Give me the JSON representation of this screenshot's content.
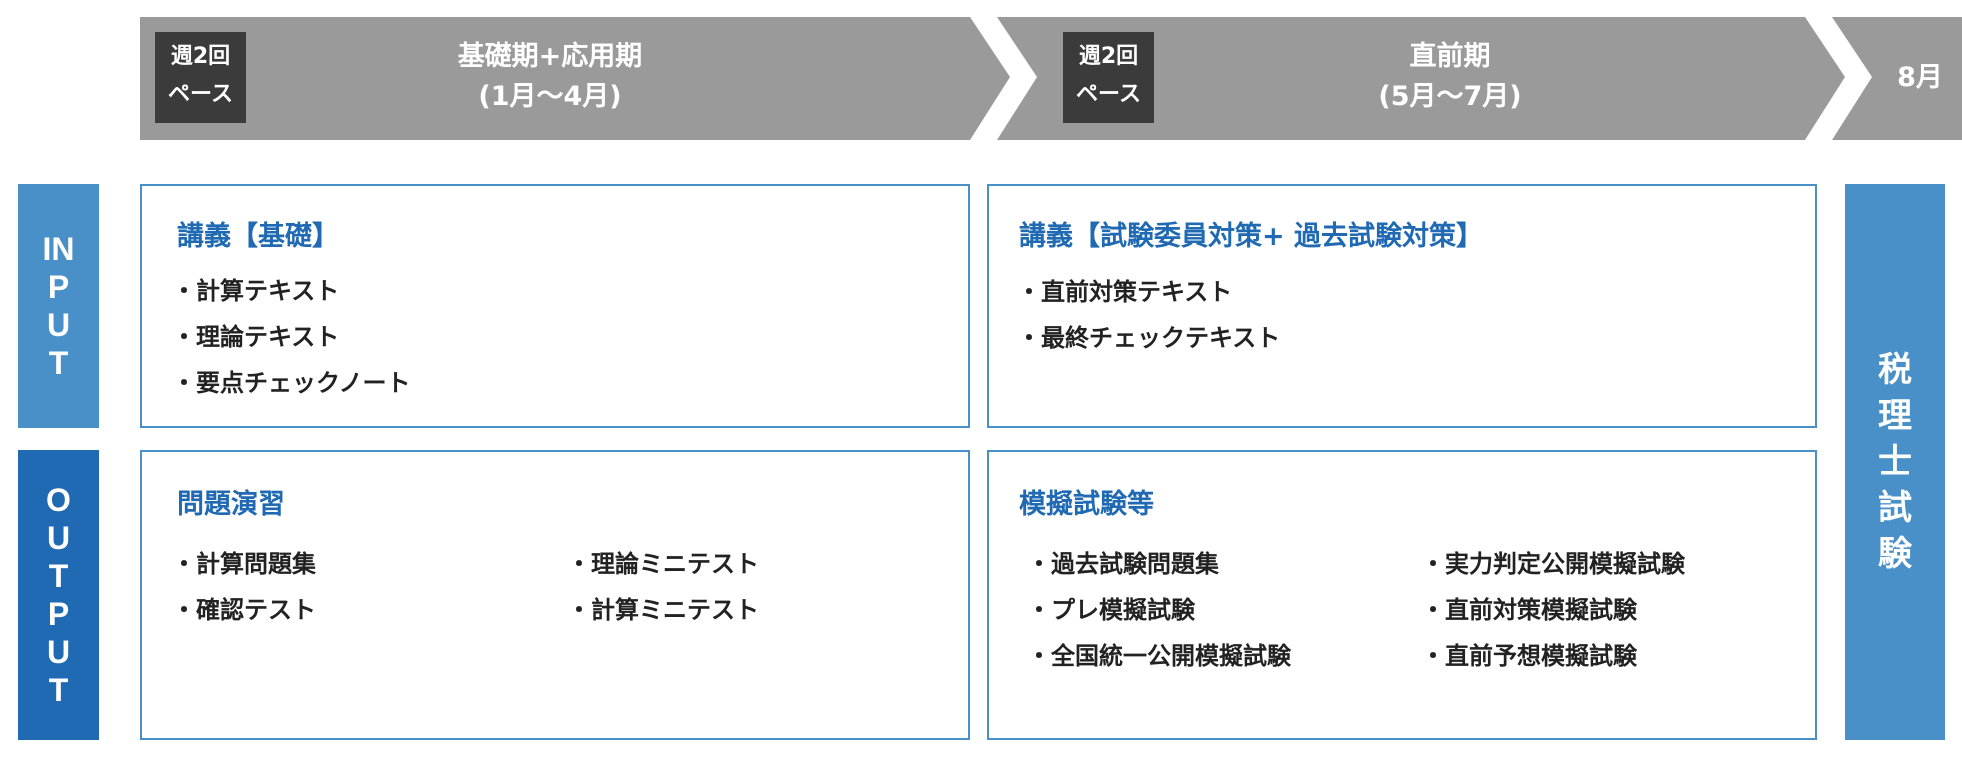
{
  "timeline": {
    "phase1": {
      "pace_line1": "週2回",
      "pace_line2": "ペース",
      "title": "基礎期+応用期",
      "period": "(1月〜4月)"
    },
    "phase2": {
      "pace_line1": "週2回",
      "pace_line2": "ペース",
      "title": "直前期",
      "period": "(5月〜7月)"
    },
    "phase3": {
      "title": "8月"
    }
  },
  "side": {
    "input": "INPUT",
    "output": "OUTPUT",
    "exam": "税理士試験"
  },
  "input_basic": {
    "title": "講義【基礎】",
    "items": [
      "・計算テキスト",
      "・理論テキスト",
      "・要点チェックノート"
    ]
  },
  "input_final": {
    "title": "講義【試験委員対策+ 過去試験対策】",
    "items": [
      "・直前対策テキスト",
      "・最終チェックテキスト"
    ]
  },
  "output_basic": {
    "title": "問題演習",
    "items_left": [
      "・計算問題集",
      "・確認テスト"
    ],
    "items_right": [
      "・理論ミニテスト",
      "・計算ミニテスト"
    ]
  },
  "output_final": {
    "title": "模擬試験等",
    "items_left": [
      "・過去試験問題集",
      "・プレ模擬試験",
      "・全国統一公開模擬試験"
    ],
    "items_right": [
      "・実力判定公開模擬試験",
      "・直前対策模擬試験",
      "・直前予想模擬試験"
    ]
  },
  "colors": {
    "chevron": "#9a9a9a",
    "badge": "#3b3b3b",
    "input_bar": "#4a90c8",
    "output_bar": "#2069b3",
    "title_text": "#2069b3"
  }
}
